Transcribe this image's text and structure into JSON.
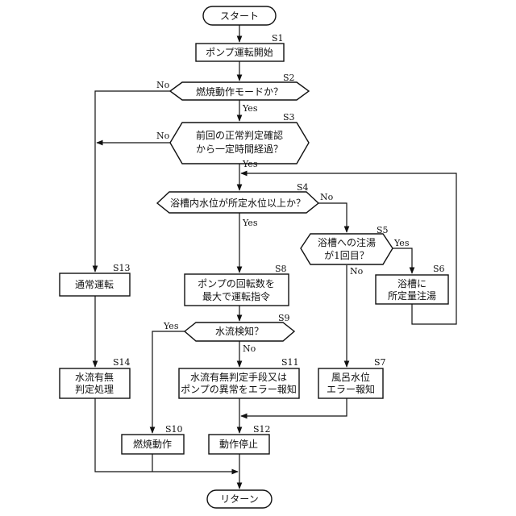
{
  "terminals": {
    "start": "スタート",
    "end": "リターン"
  },
  "steps": {
    "S1": {
      "id": "S1",
      "lines": [
        "ポンプ運転開始"
      ]
    },
    "S2": {
      "id": "S2",
      "lines": [
        "燃焼動作モードか？"
      ]
    },
    "S3": {
      "id": "S3",
      "lines": [
        "前回の正常判定確認",
        "から一定時間経過？"
      ]
    },
    "S4": {
      "id": "S4",
      "lines": [
        "浴槽内水位が所定水位以上か？"
      ]
    },
    "S5": {
      "id": "S5",
      "lines": [
        "浴槽への注湯",
        "が1回目？"
      ]
    },
    "S6": {
      "id": "S6",
      "lines": [
        "浴槽に",
        "所定量注湯"
      ]
    },
    "S7": {
      "id": "S7",
      "lines": [
        "風呂水位",
        "エラー報知"
      ]
    },
    "S8": {
      "id": "S8",
      "lines": [
        "ポンプの回転数を",
        "最大で運転指令"
      ]
    },
    "S9": {
      "id": "S9",
      "lines": [
        "水流検知？"
      ]
    },
    "S10": {
      "id": "S10",
      "lines": [
        "燃焼動作"
      ]
    },
    "S11": {
      "id": "S11",
      "lines": [
        "水流有無判定手段又は",
        "ポンプの異常をエラー報知"
      ]
    },
    "S12": {
      "id": "S12",
      "lines": [
        "動作停止"
      ]
    },
    "S13": {
      "id": "S13",
      "lines": [
        "通常運転"
      ]
    },
    "S14": {
      "id": "S14",
      "lines": [
        "水流有無",
        "判定処理"
      ]
    }
  },
  "branch_labels": {
    "yes": "Yes",
    "no": "No"
  }
}
